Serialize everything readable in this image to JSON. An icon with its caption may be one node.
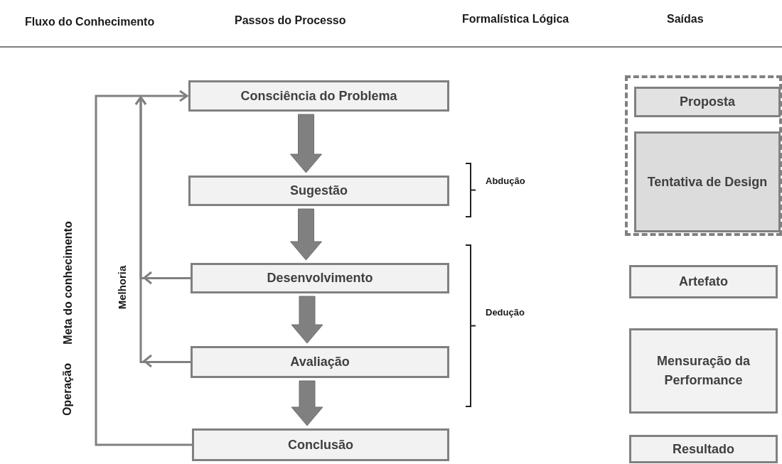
{
  "diagram": {
    "nodes": [
      {
        "text": [
          "Consciência do Problema"
        ]
      },
      {
        "text": [
          "Sugestão"
        ]
      },
      {
        "text": [
          "Desenvolvimento"
        ]
      },
      {
        "text": [
          "Avaliação"
        ]
      },
      {
        "text": [
          "Conclusão"
        ]
      },
      {
        "text": [],
        "shape": "box"
      },
      {
        "text": [
          "Proposta"
        ],
        "in": 5
      },
      {
        "text": [
          "Tentativa de Design"
        ],
        "in": 5
      },
      {
        "text": [
          "Artefato"
        ]
      },
      {
        "text": [
          "Mensuração da Performance"
        ]
      },
      {
        "text": [
          "Resultado"
        ]
      }
    ],
    "edges": [
      {
        "from": 0,
        "to": 1,
        "arrow": "to",
        "style": "thick"
      },
      {
        "from": 1,
        "to": 2,
        "arrow": "to",
        "style": "thick"
      },
      {
        "from": 2,
        "to": 3,
        "arrow": "to",
        "style": "thick"
      },
      {
        "from": 3,
        "to": 4,
        "arrow": "to",
        "style": "thick"
      },
      {
        "from": 4,
        "to": 0,
        "arrow": "to"
      },
      {
        "from": 2,
        "to": 0,
        "arrow": "to"
      },
      {
        "from": 3,
        "to": 0,
        "arrow": "to"
      }
    ],
    "labels": [
      "Fluxo do Conhecimento",
      "Passos do Processo",
      "Formalística Lógica",
      "Saídas",
      "Operação",
      "Meta do conhecimento",
      "Melhoria",
      "Abdução",
      "Dedução"
    ]
  }
}
